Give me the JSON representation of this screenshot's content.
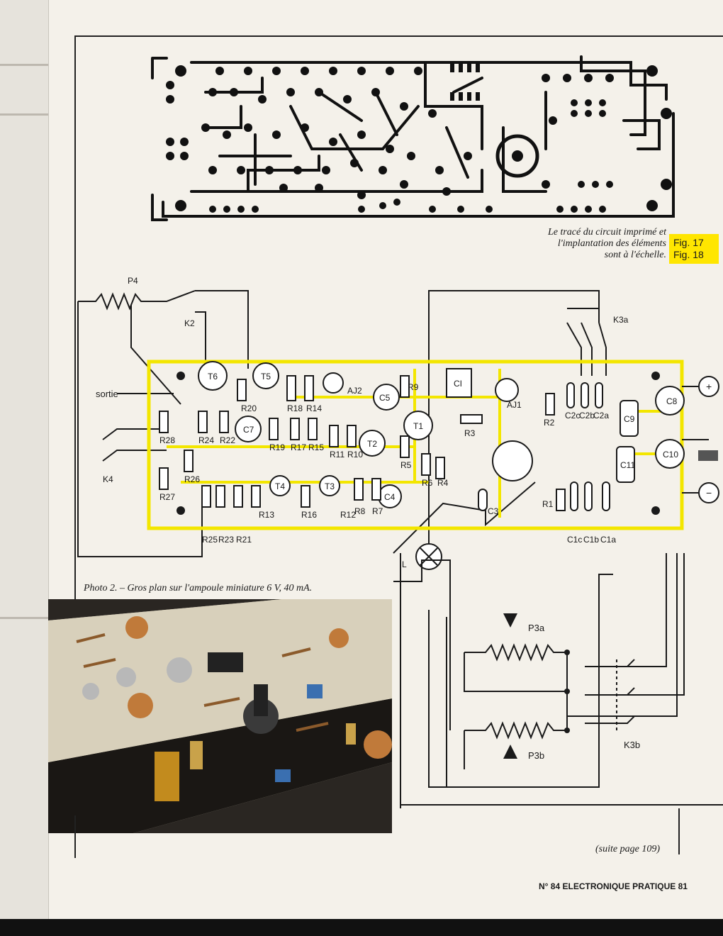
{
  "caption": {
    "line1": "Le tracé du circuit imprimé et",
    "line2": "l'implantation des éléments",
    "line3": "sont à l'échelle."
  },
  "figures": {
    "fig17": "Fig. 17",
    "fig18": "Fig. 18"
  },
  "photo_caption": "Photo 2. – Gros plan sur l'ampoule miniature 6 V, 40 mA.",
  "continued": "(suite page 109)",
  "footer": "N° 84 ELECTRONIQUE PRATIQUE 81",
  "schematic_labels": {
    "p4": "P4",
    "k2": "K2",
    "k3a": "K3a",
    "k3b": "K3b",
    "k4": "K4",
    "sortie": "sortie",
    "t6": "T6",
    "t5": "T5",
    "aj2": "AJ2",
    "r9": "R9",
    "ci": "CI",
    "aj1": "AJ1",
    "c5": "C5",
    "t1": "T1",
    "r20": "R20",
    "r18": "R18",
    "r14": "R14",
    "c7": "C7",
    "r28": "R28",
    "r24": "R24",
    "r22": "R22",
    "r19": "R19",
    "r17": "R17",
    "r15": "R15",
    "r11": "R11",
    "r10": "R10",
    "t2": "T2",
    "r5": "R5",
    "r6": "R6",
    "r4": "R4",
    "r3": "R3",
    "r2": "R2",
    "c2c": "C2c",
    "c2b": "C2b",
    "c2a": "C2a",
    "c9": "C9",
    "c8": "C8",
    "c11": "C11",
    "c10": "C10",
    "r26": "R26",
    "r27": "R27",
    "t4": "T4",
    "t3": "T3",
    "r13": "R13",
    "r16": "R16",
    "r12": "R12",
    "r8": "R8",
    "r7": "R7",
    "c4": "C4",
    "c3": "C3",
    "r1": "R1",
    "c1c": "C1c",
    "c1b": "C1b",
    "c1a": "C1a",
    "r25": "R25",
    "r23": "R23",
    "r21": "R21",
    "l": "L",
    "p3a": "P3a",
    "p3b": "P3b",
    "plus": "+",
    "minus": "−"
  },
  "colors": {
    "board_yellow": "#f3e600",
    "ink": "#1a1a1a",
    "highlight": "#ffe600"
  }
}
